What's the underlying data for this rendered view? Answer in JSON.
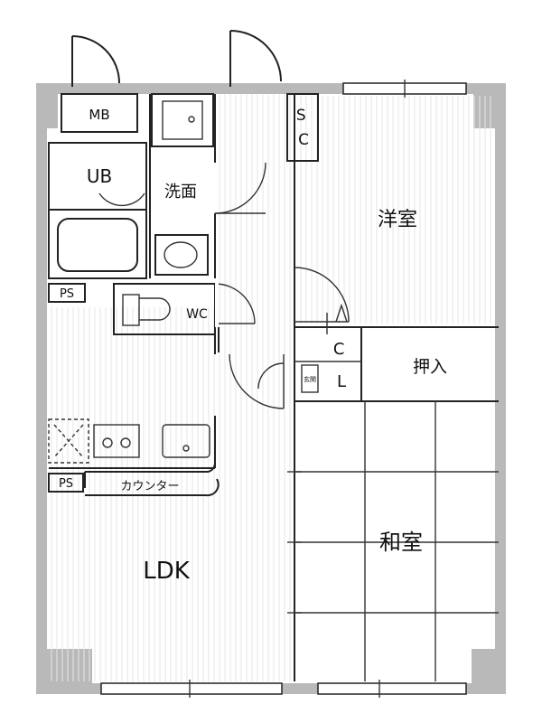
{
  "rooms": {
    "mb": "MB",
    "sc": "S\nC",
    "ub": "UB",
    "washroom": "洗面",
    "western_room": "洋室",
    "ps_top": "PS",
    "wc": "WC",
    "cl": "C\nL",
    "oshiire": "押入",
    "small_label": "玄関",
    "ps_bottom": "PS",
    "counter": "カウンター",
    "japanese_room": "和室",
    "ldk": "LDK"
  }
}
